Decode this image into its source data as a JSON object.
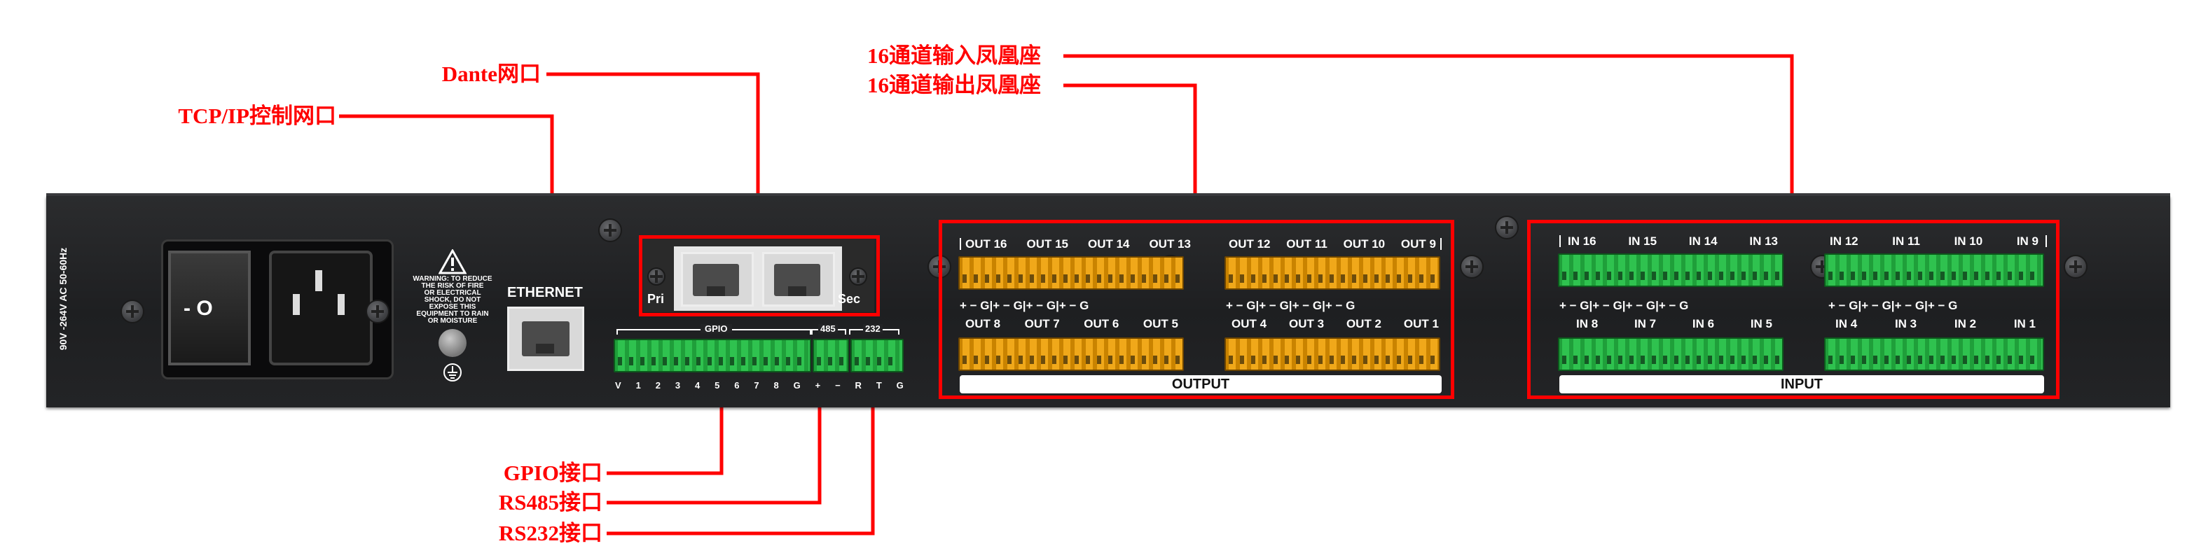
{
  "callouts": {
    "dante": "Dante网口",
    "tcpip": "TCP/IP控制网口",
    "input16": "16通道输入凤凰座",
    "output16": "16通道输出凤凰座",
    "gpio": "GPIO接口",
    "rs485": "RS485接口",
    "rs232": "RS232接口"
  },
  "panel": {
    "power_spec": "90V -264V AC 50-60Hz",
    "switch_symbol": "- O",
    "warning": [
      "WARNING: TO REDUCE",
      "THE RISK OF FIRE",
      "OR ELECTRICAL",
      "SHOCK, DO NOT",
      "EXPOSE THIS",
      "EQUIPMENT TO RAIN",
      "OR MOISTURE"
    ],
    "ethernet_label": "ETHERNET",
    "dante_pri": "Pri",
    "dante_sec": "Sec",
    "gpio_label": "GPIO",
    "rs485_label": "485",
    "rs232_label": "232",
    "gpio_pins": [
      "V",
      "1",
      "2",
      "3",
      "4",
      "5",
      "6",
      "7",
      "8",
      "G",
      "+",
      "−",
      "R",
      "T",
      "G"
    ],
    "output_label": "OUTPUT",
    "input_label": "INPUT",
    "out_top_left": [
      "OUT 16",
      "OUT 15",
      "OUT 14",
      "OUT 13"
    ],
    "out_top_right": [
      "OUT 12",
      "OUT 11",
      "OUT 10",
      "OUT 9"
    ],
    "out_bottom_left": [
      "OUT 8",
      "OUT 7",
      "OUT 6",
      "OUT 5"
    ],
    "out_bottom_right": [
      "OUT 4",
      "OUT 3",
      "OUT 2",
      "OUT 1"
    ],
    "in_top_left": [
      "IN 16",
      "IN 15",
      "IN 14",
      "IN 13"
    ],
    "in_top_right": [
      "IN 12",
      "IN 11",
      "IN 10",
      "IN 9"
    ],
    "in_bottom_left": [
      "IN 8",
      "IN 7",
      "IN 6",
      "IN 5"
    ],
    "in_bottom_right": [
      "IN 4",
      "IN 3",
      "IN 2",
      "IN 1"
    ],
    "polarity_row": "+ −  G|+ −  G|+ −  G|+ −  G"
  },
  "colors": {
    "callout_red": "#ff0000",
    "chassis": "#232426",
    "terminal_green": "#2fc24f",
    "terminal_orange": "#f0a81a"
  }
}
